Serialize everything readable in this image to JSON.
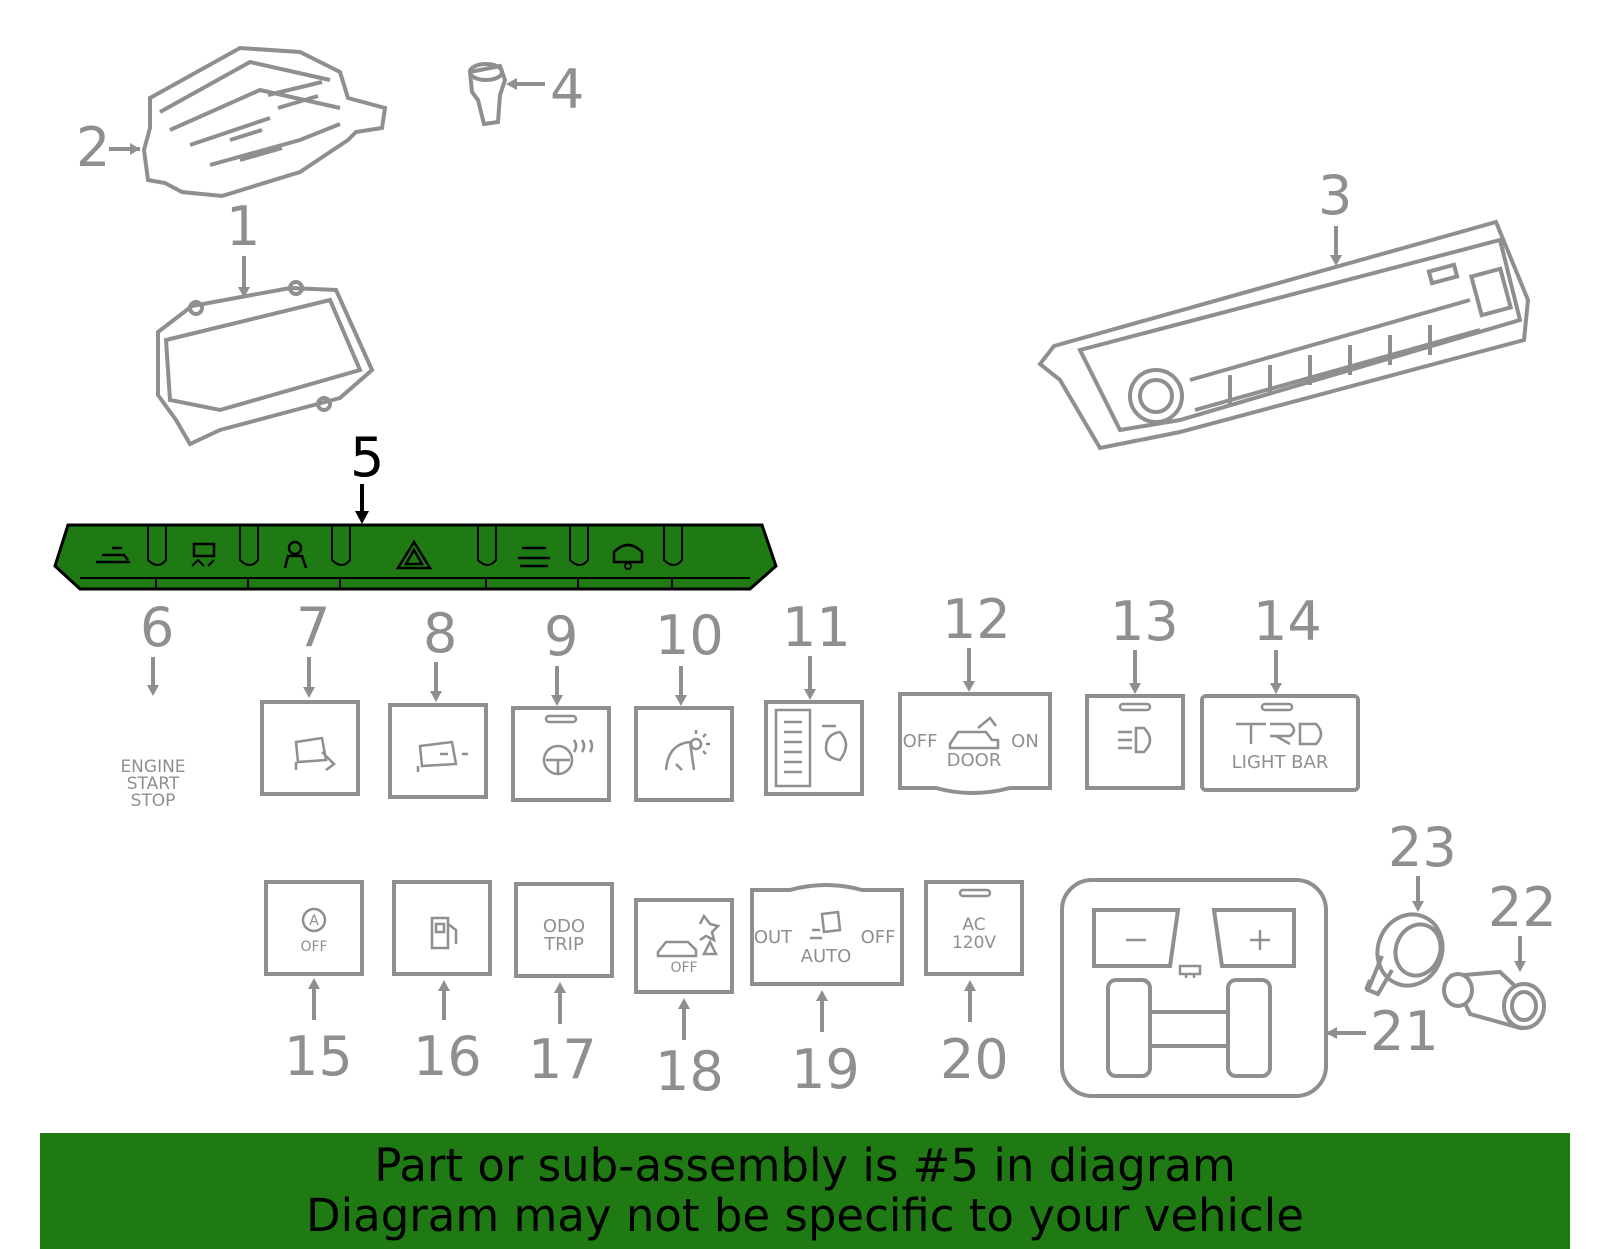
{
  "diagram": {
    "callouts": [
      "1",
      "2",
      "3",
      "4",
      "5",
      "6",
      "7",
      "8",
      "9",
      "10",
      "11",
      "12",
      "13",
      "14",
      "15",
      "16",
      "17",
      "18",
      "19",
      "20",
      "21",
      "22",
      "23"
    ],
    "selected_callout": "5",
    "highlight_color": "#1f7a14",
    "line_color": "#8f8f8f",
    "switch_labels": {
      "engine": [
        "ENGINE",
        "START",
        "STOP"
      ],
      "door_off": "OFF",
      "door_on": "ON",
      "door": "DOOR",
      "light_bar": "LIGHT BAR",
      "a_off": "OFF",
      "odo": "ODO",
      "trip": "TRIP",
      "traction_off": "OFF",
      "mirror_out": "OUT",
      "mirror_off": "OFF",
      "mirror_auto": "AUTO",
      "ac": "AC",
      "ac_volt": "120V"
    }
  },
  "footer": {
    "line1": "Part or sub-assembly is #5 in diagram",
    "line2": "Diagram may not be specific to your vehicle"
  }
}
